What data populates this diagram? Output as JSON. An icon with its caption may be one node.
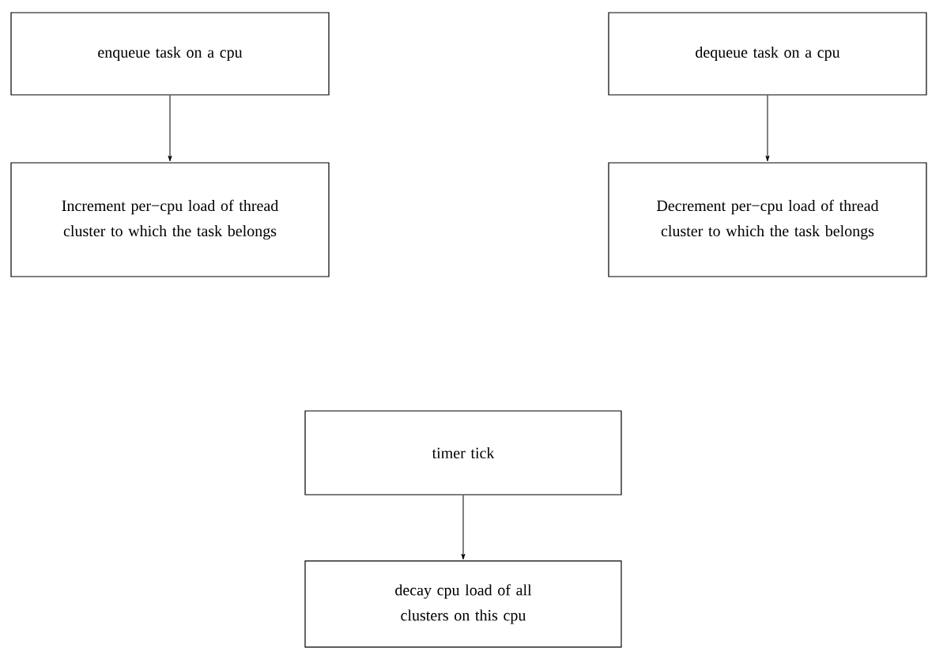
{
  "diagram": {
    "nodes": [
      {
        "text": [
          "enqueue task on a cpu"
        ]
      },
      {
        "text": [
          "Increment per−cpu load of thread cluster to which the task belongs"
        ]
      },
      {
        "text": [
          "dequeue task on a cpu"
        ]
      },
      {
        "text": [
          "Decrement per−cpu load of thread cluster to which the task belongs"
        ]
      },
      {
        "text": [
          "timer tick"
        ]
      },
      {
        "text": [
          "decay cpu load of all clusters on this cpu"
        ]
      }
    ],
    "edges": [
      {
        "from": 0,
        "to": 1,
        "arrow": "to"
      },
      {
        "from": 2,
        "to": 3,
        "arrow": "to"
      },
      {
        "from": 4,
        "to": 5,
        "arrow": "to"
      }
    ]
  }
}
